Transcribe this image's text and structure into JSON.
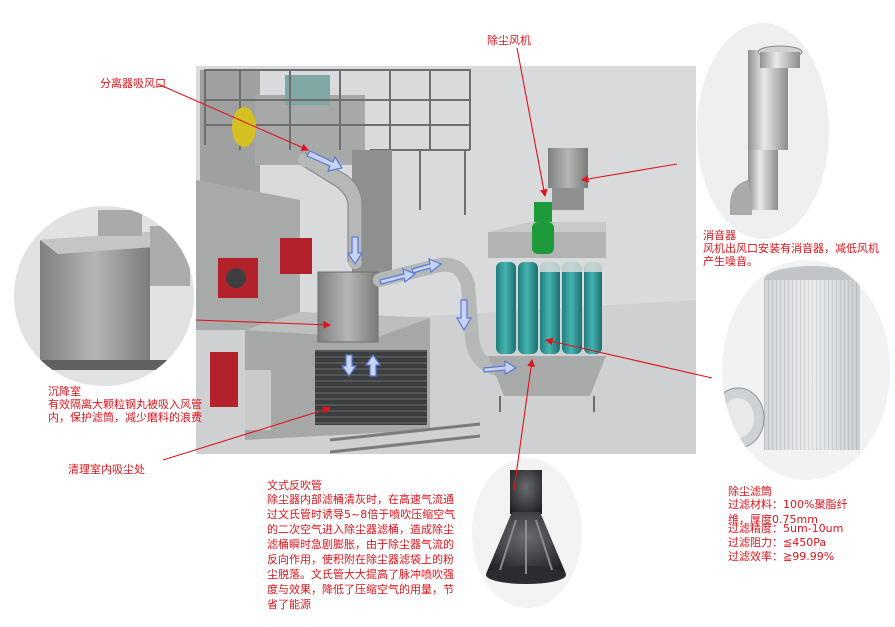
{
  "colors": {
    "label": "#e0141c",
    "leader_line": "#e0141c",
    "machine_gray": "#9a9c9a",
    "filter_teal": "#2a9a9a",
    "motor_red": "#b3212a",
    "motor_yellow": "#d4c020",
    "fan_green": "#1f9a3a",
    "flow_arrow": "#5a7ad8"
  },
  "labels": {
    "separator_inlet": "分离器吸风口",
    "dust_fan": "除尘风机",
    "silencer": {
      "title": "消音器",
      "line1": "风机出风口安装有消音器，减低风机",
      "line2": "产生噪音。"
    },
    "settling_chamber": {
      "title": "沉降室",
      "line1": "有效隔离大颗粒钢丸被吸入风管",
      "line2": "内，保护滤筒，减少磨料的浪费"
    },
    "cleaning_room_suction": "清理室内吸尘处",
    "venturi": {
      "title": "文式反吹管",
      "body": "除尘器内部滤桶清灰时，在高速气流通过文氏管时诱导5~8倍于喷吹压缩空气的二次空气进入除尘器滤桶，造成除尘滤桶瞬时急剧膨胀，由于除尘器气流的反向作用，使积附在除尘器滤袋上的粉尘脱落。文氏管大大提高了脉冲喷吹强度与效果，降低了压缩空气的用量，节省了能源"
    },
    "filter_cartridge": {
      "title": "除尘滤筒",
      "material": "过滤材料：100%聚脂纤维，厚度0.75mm",
      "precision": "过滤精度：5um-10um",
      "resistance": "过滤阻力：≦450Pa",
      "efficiency": "过滤效率：≧99.99%"
    }
  }
}
